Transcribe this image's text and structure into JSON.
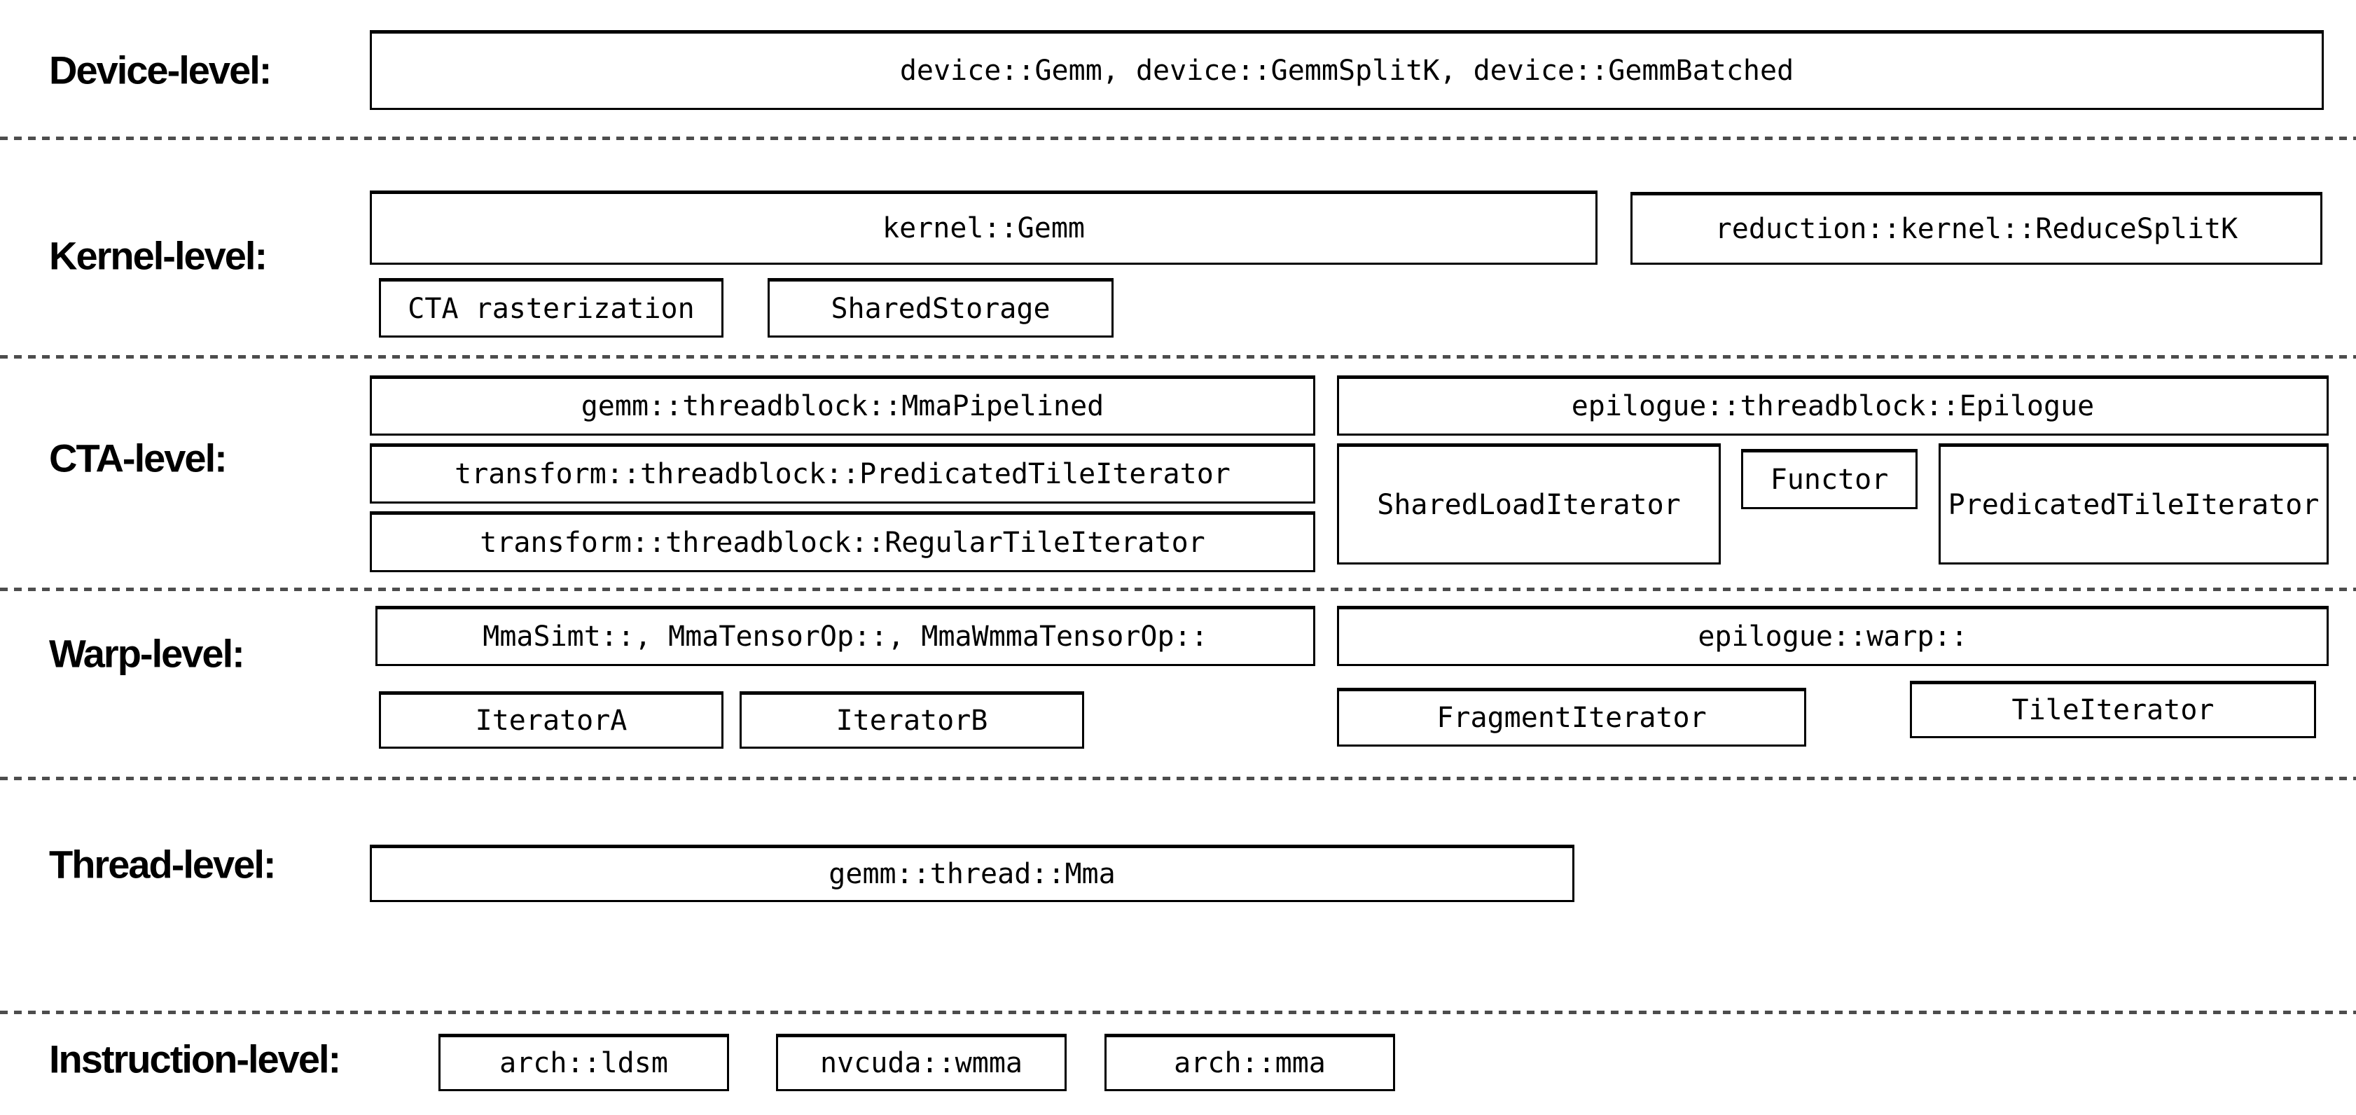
{
  "labels": {
    "device": "Device-level:",
    "kernel": "Kernel-level:",
    "cta": "CTA-level:",
    "warp": "Warp-level:",
    "thread": "Thread-level:",
    "instruction": "Instruction-level:"
  },
  "boxes": {
    "device_gemm": "device::Gemm, device::GemmSplitK, device::GemmBatched",
    "kernel_gemm": "kernel::Gemm",
    "reduce_splitk": "reduction::kernel::ReduceSplitK",
    "cta_rasterization": "CTA rasterization",
    "shared_storage": "SharedStorage",
    "mma_pipelined": "gemm::threadblock::MmaPipelined",
    "epilogue_threadblock": "epilogue::threadblock::Epilogue",
    "predicated_tile_iterator_cta": "transform::threadblock::PredicatedTileIterator",
    "shared_load_iterator": "SharedLoadIterator",
    "functor": "Functor",
    "predicated_tile_iterator_epilogue": "PredicatedTileIterator",
    "regular_tile_iterator": "transform::threadblock::RegularTileIterator",
    "warp_mma": "MmaSimt::, MmaTensorOp::, MmaWmmaTensorOp::",
    "epilogue_warp": "epilogue::warp::",
    "iterator_a": "IteratorA",
    "iterator_b": "IteratorB",
    "fragment_iterator": "FragmentIterator",
    "tile_iterator": "TileIterator",
    "thread_mma": "gemm::thread::Mma",
    "arch_ldsm": "arch::ldsm",
    "nvcuda_wmma": "nvcuda::wmma",
    "arch_mma": "arch::mma"
  },
  "colors": {
    "background": "#ffffff",
    "box_border": "#000000",
    "text": "#000000",
    "separator": "#4d4d4d"
  }
}
